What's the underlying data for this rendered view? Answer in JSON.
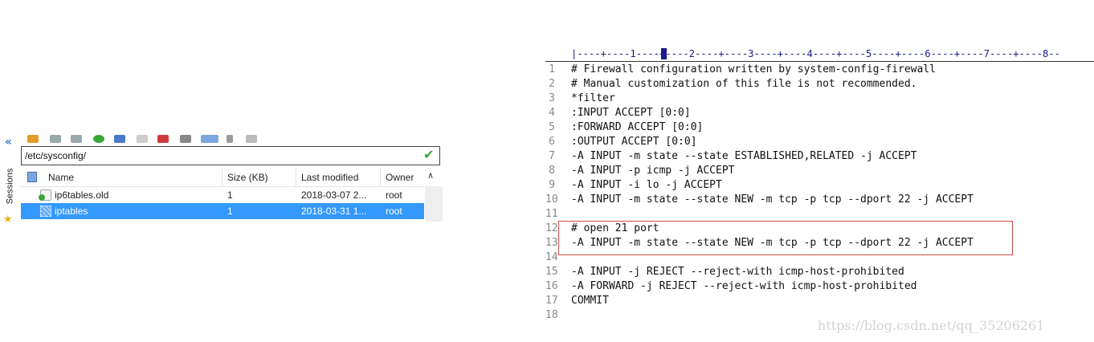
{
  "sftp": {
    "sessions_label": "Sessions",
    "path": "/etc/sysconfig/",
    "columns": [
      "Name",
      "Size (KB)",
      "Last modified",
      "Owner"
    ],
    "files": [
      {
        "name": "ip6tables.old",
        "size": "1",
        "modified": "2018-03-07 2...",
        "owner": "root",
        "selected": false
      },
      {
        "name": "iptables",
        "size": "1",
        "modified": "2018-03-31 1...",
        "owner": "root",
        "selected": true
      }
    ],
    "toolbar_icons": [
      "new-icon",
      "folder-icon",
      "save-icon",
      "refresh-icon",
      "upload-icon",
      "doc-icon",
      "delete-icon",
      "props-icon",
      "view-icon",
      "key-icon",
      "settings-icon"
    ]
  },
  "editor": {
    "ruler": "|----+----1----+----2----+----3----+----4----+----5----+----6----+----7----+----8--",
    "lines": [
      "# Firewall configuration written by system-config-firewall",
      "# Manual customization of this file is not recommended.",
      "*filter",
      ":INPUT ACCEPT [0:0]",
      ":FORWARD ACCEPT [0:0]",
      ":OUTPUT ACCEPT [0:0]",
      "-A INPUT -m state --state ESTABLISHED,RELATED -j ACCEPT",
      "-A INPUT -p icmp -j ACCEPT",
      "-A INPUT -i lo -j ACCEPT",
      "-A INPUT -m state --state NEW -m tcp -p tcp --dport 22 -j ACCEPT",
      "",
      "# open 21 port",
      "-A INPUT -m state --state NEW -m tcp -p tcp --dport 22 -j ACCEPT",
      "",
      "-A INPUT -j REJECT --reject-with icmp-host-prohibited",
      "-A FORWARD -j REJECT --reject-with icmp-host-prohibited",
      "COMMIT",
      ""
    ],
    "line_numbers": [
      "1",
      "2",
      "3",
      "4",
      "5",
      "6",
      "7",
      "8",
      "9",
      "10",
      "11",
      "12",
      "13",
      "14",
      "15",
      "16",
      "17",
      "18"
    ]
  },
  "watermark": "https://blog.csdn.net/qq_35206261",
  "colors": {
    "selection": "#3399ff",
    "highlight_border": "#d24b4b",
    "ruler": "#1a1a8c"
  }
}
